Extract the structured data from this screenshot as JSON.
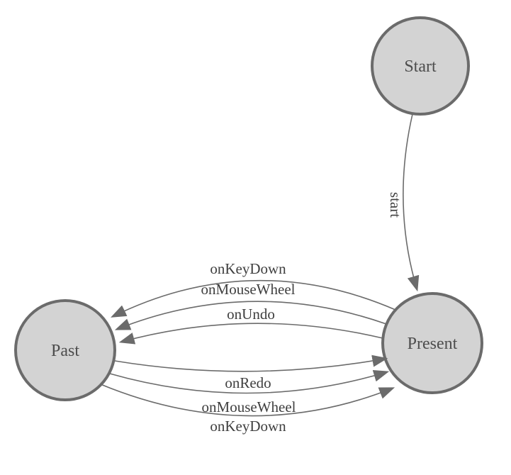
{
  "diagram": {
    "type": "state-diagram",
    "background_color": "#ffffff",
    "colors": {
      "node_fill": "#d3d3d3",
      "node_stroke": "#6b6b6b",
      "edge_stroke": "#6b6b6b",
      "arrow_fill": "#6b6b6b",
      "node_text": "#4d4d4d",
      "edge_text": "#3f3f3f"
    },
    "nodes": [
      {
        "id": "start",
        "label": "Start"
      },
      {
        "id": "present",
        "label": "Present"
      },
      {
        "id": "past",
        "label": "Past"
      }
    ],
    "edges": [
      {
        "from": "Start",
        "to": "Present",
        "label": "start"
      },
      {
        "from": "Present",
        "to": "Past",
        "label": "onKeyDown"
      },
      {
        "from": "Present",
        "to": "Past",
        "label": "onMouseWheel"
      },
      {
        "from": "Present",
        "to": "Past",
        "label": "onUndo"
      },
      {
        "from": "Past",
        "to": "Present",
        "label": "onRedo"
      },
      {
        "from": "Past",
        "to": "Present",
        "label": "onMouseWheel"
      },
      {
        "from": "Past",
        "to": "Present",
        "label": "onKeyDown"
      }
    ]
  }
}
